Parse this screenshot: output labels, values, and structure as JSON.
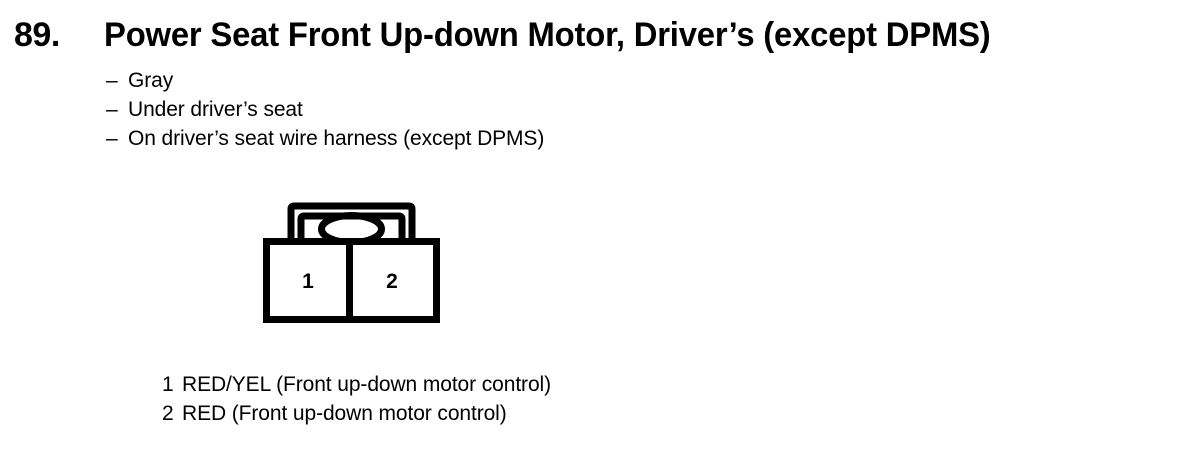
{
  "entry": {
    "number": "89.",
    "title": "Power Seat Front Up-down Motor, Driver’s (except DPMS)"
  },
  "specs": {
    "dash": "–",
    "items": [
      "Gray",
      "Under driver’s seat",
      "On driver’s seat wire harness (except DPMS)"
    ]
  },
  "connector": {
    "cavity_count": 2,
    "pins": [
      "1",
      "2"
    ],
    "stroke_color": "#000000",
    "fill_color": "#ffffff"
  },
  "legend": {
    "rows": [
      {
        "pin": "1",
        "text": "RED/YEL (Front up-down motor control)"
      },
      {
        "pin": "2",
        "text": "RED (Front up-down motor control)"
      }
    ]
  }
}
